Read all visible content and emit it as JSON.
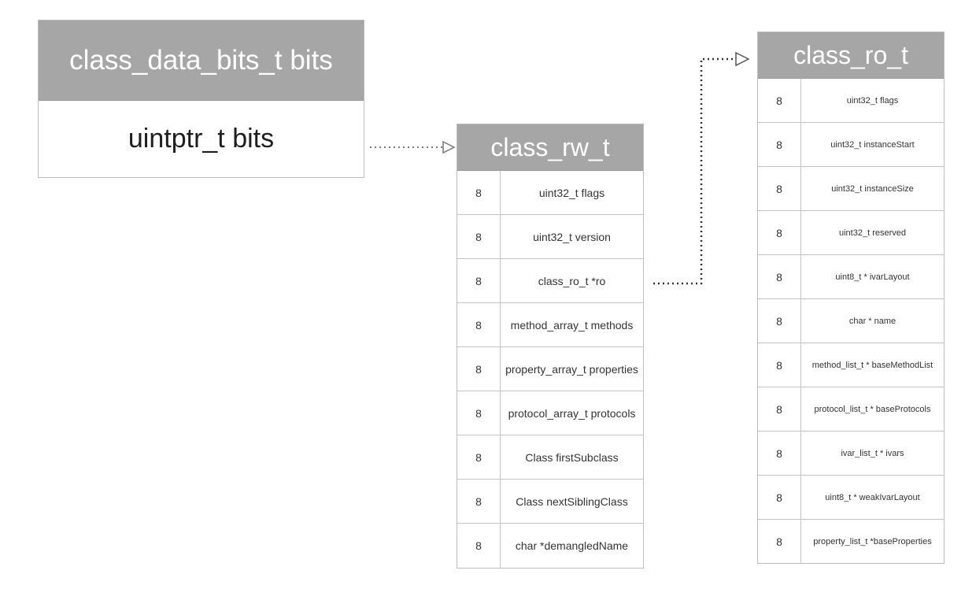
{
  "bits_box": {
    "title": "class_data_bits_t bits",
    "body": "uintptr_t bits"
  },
  "rw_box": {
    "title": "class_rw_t",
    "rows": [
      {
        "size": "8",
        "field": "uint32_t flags"
      },
      {
        "size": "8",
        "field": "uint32_t version"
      },
      {
        "size": "8",
        "field": "class_ro_t *ro"
      },
      {
        "size": "8",
        "field": "method_array_t methods"
      },
      {
        "size": "8",
        "field": "property_array_t properties"
      },
      {
        "size": "8",
        "field": "protocol_array_t protocols"
      },
      {
        "size": "8",
        "field": "Class firstSubclass"
      },
      {
        "size": "8",
        "field": "Class nextSiblingClass"
      },
      {
        "size": "8",
        "field": "char *demangledName"
      }
    ]
  },
  "ro_box": {
    "title": "class_ro_t",
    "rows": [
      {
        "size": "8",
        "field": "uint32_t flags"
      },
      {
        "size": "8",
        "field": "uint32_t instanceStart"
      },
      {
        "size": "8",
        "field": "uint32_t instanceSize"
      },
      {
        "size": "8",
        "field": "uint32_t reserved"
      },
      {
        "size": "8",
        "field": "uint8_t * ivarLayout"
      },
      {
        "size": "8",
        "field": "char * name"
      },
      {
        "size": "8",
        "field": "method_list_t * baseMethodList"
      },
      {
        "size": "8",
        "field": "protocol_list_t * baseProtocols"
      },
      {
        "size": "8",
        "field": "ivar_list_t * ivars"
      },
      {
        "size": "8",
        "field": "uint8_t * weakIvarLayout"
      },
      {
        "size": "8",
        "field": "property_list_t *baseProperties"
      }
    ]
  },
  "colors": {
    "header_bg": "#a6a6a6",
    "border": "#bdbdbd",
    "connector": "#777777"
  }
}
